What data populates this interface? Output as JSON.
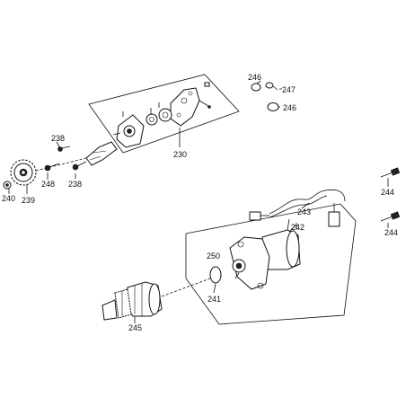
{
  "diagram": {
    "callouts": {
      "c230": "230",
      "c238a": "238",
      "c238b": "238",
      "c239": "239",
      "c240": "240",
      "c241": "241",
      "c242": "242",
      "c243": "243",
      "c244a": "244",
      "c244b": "244",
      "c245": "245",
      "c246a": "246",
      "c246b": "246",
      "c247": "247",
      "c248": "248",
      "c250": "250"
    }
  }
}
